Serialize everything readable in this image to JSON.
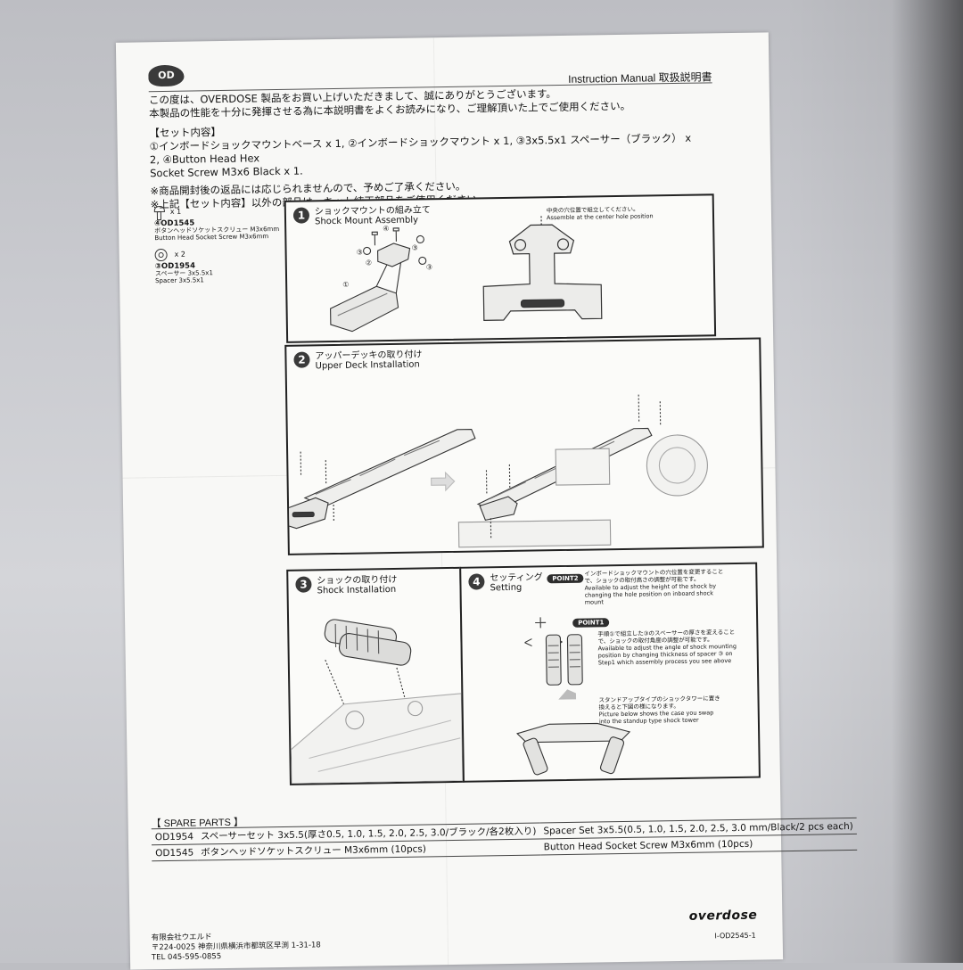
{
  "header": {
    "logo": "OD",
    "title": "Instruction Manual 取扱説明書"
  },
  "intro": {
    "line1": "この度は、OVERDOSE 製品をお買い上げいただきまして、誠にありがとうございます。",
    "line2": "本製品の性能を十分に発揮させる為に本説明書をよくお読みになり、ご理解頂いた上でご使用ください。",
    "set_heading": "【セット内容】",
    "set_line1": "①インボードショックマウントベース x 1, ②インボードショックマウント x 1, ③3x5.5x1 スペーサー（ブラック） x 2, ④Button Head Hex",
    "set_line2": "Socket Screw M3x6 Black x 1.",
    "note1": "※商品開封後の返品には応じられませんので、予めご了承ください。",
    "note2": "※上記【セット内容】以外の部品は、キット純正部品をご使用ください。"
  },
  "parts": [
    {
      "qty": "x 1",
      "code": "④OD1545",
      "name_jp": "ボタンヘッドソケットスクリュー M3x6mm",
      "name_en": "Button Head Socket Screw M3x6mm",
      "icon": "screw-icon"
    },
    {
      "qty": "x 2",
      "code": "③OD1954",
      "name_jp": "スペーサー 3x5.5x1",
      "name_en": "Spacer 3x5.5x1",
      "icon": "spacer-icon"
    }
  ],
  "steps": {
    "step1": {
      "num": "1",
      "title_jp": "ショックマウントの組み立て",
      "title_en": "Shock Mount Assembly",
      "note_jp": "中央の穴位置で組立してください。",
      "note_en": "Assemble at the center hole position",
      "labels": [
        "④",
        "③",
        "②",
        "③",
        "③",
        "①"
      ]
    },
    "step2": {
      "num": "2",
      "title_jp": "アッパーデッキの取り付け",
      "title_en": "Upper Deck Installation"
    },
    "step3": {
      "num": "3",
      "title_jp": "ショックの取り付け",
      "title_en": "Shock Installation"
    },
    "step4": {
      "num": "4",
      "title_jp": "セッティング",
      "title_en": "Setting",
      "point2_label": "POINT2",
      "point2_jp": "インボードショックマウントの穴位置を変更することで、ショックの取付高さの調整が可能です。",
      "point2_en": "Available to adjust the height of the shock by changing the hole position on inboard shock mount",
      "point1_label": "POINT1",
      "point1_jp": "手順①で組立した③のスペーサーの厚さを変えることで、ショックの取付角度の調整が可能です。",
      "point1_en": "Available to adjust the angle of shock mounting position by changing thickness of spacer ③ on Step1 which assembly process you see above",
      "standup_jp": "スタンドアップタイプのショックタワーに置き換えると下図の様になります。",
      "standup_en": "Picture below shows the case you swap into the standup type shock tower"
    }
  },
  "spare_parts": {
    "heading": "【 SPARE PARTS 】",
    "rows": [
      {
        "code": "OD1954",
        "jp": "スペーサーセット 3x5.5(厚さ0.5, 1.0, 1.5, 2.0, 2.5, 3.0/ブラック/各2枚入り)",
        "en": "Spacer Set 3x5.5(0.5, 1.0, 1.5, 2.0, 2.5, 3.0 mm/Black/2 pcs each)"
      },
      {
        "code": "OD1545",
        "jp": "ボタンヘッドソケットスクリュー M3x6mm (10pcs)",
        "en": "Button Head Socket Screw M3x6mm (10pcs)"
      }
    ]
  },
  "footer": {
    "company": "有限会社ウエルド",
    "address": "〒224-0025 神奈川県横浜市都筑区早渕 1-31-18",
    "tel": "TEL 045-595-0855",
    "brand": "overdose",
    "doc_id": "I-OD2545-1"
  }
}
